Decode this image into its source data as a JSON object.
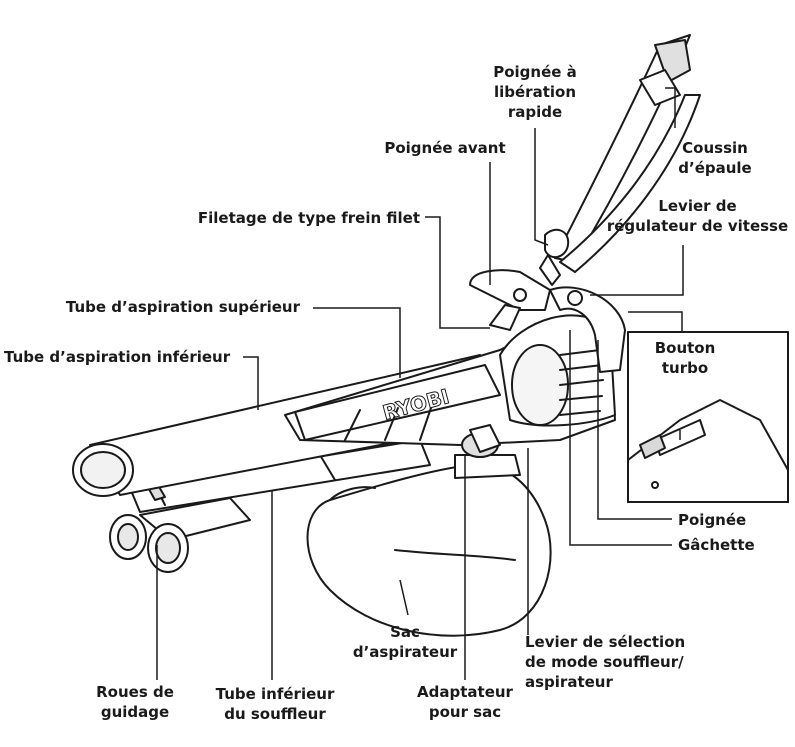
{
  "labels": {
    "quick_release": [
      "Poignée à",
      "libération",
      "rapide"
    ],
    "shoulder_pad": [
      "Coussin",
      "d’épaule"
    ],
    "front_handle": "Poignée avant",
    "thread_lock": "Filetage de type frein filet",
    "speed_lever": [
      "Levier de",
      "régulateur de vitesse"
    ],
    "upper_tube": "Tube d’aspiration supérieur",
    "lower_tube": "Tube d’aspiration inférieur",
    "turbo_button": [
      "Bouton",
      "turbo"
    ],
    "handle": "Poignée",
    "trigger": "Gâchette",
    "bag": [
      "Sac",
      "d’aspirateur"
    ],
    "mode_lever": [
      "Levier de sélection",
      "de mode souffleur/",
      "aspirateur"
    ],
    "guide_wheels": [
      "Roues de",
      "guidage"
    ],
    "blower_tube": [
      "Tube inférieur",
      "du souffleur"
    ],
    "bag_adapter": [
      "Adaptateur",
      "pour sac"
    ]
  },
  "logo_text": "RYOBI",
  "colors": {
    "ink": "#1a1a1a",
    "fill": "#ffffff",
    "shade": "#d9d9d9"
  }
}
